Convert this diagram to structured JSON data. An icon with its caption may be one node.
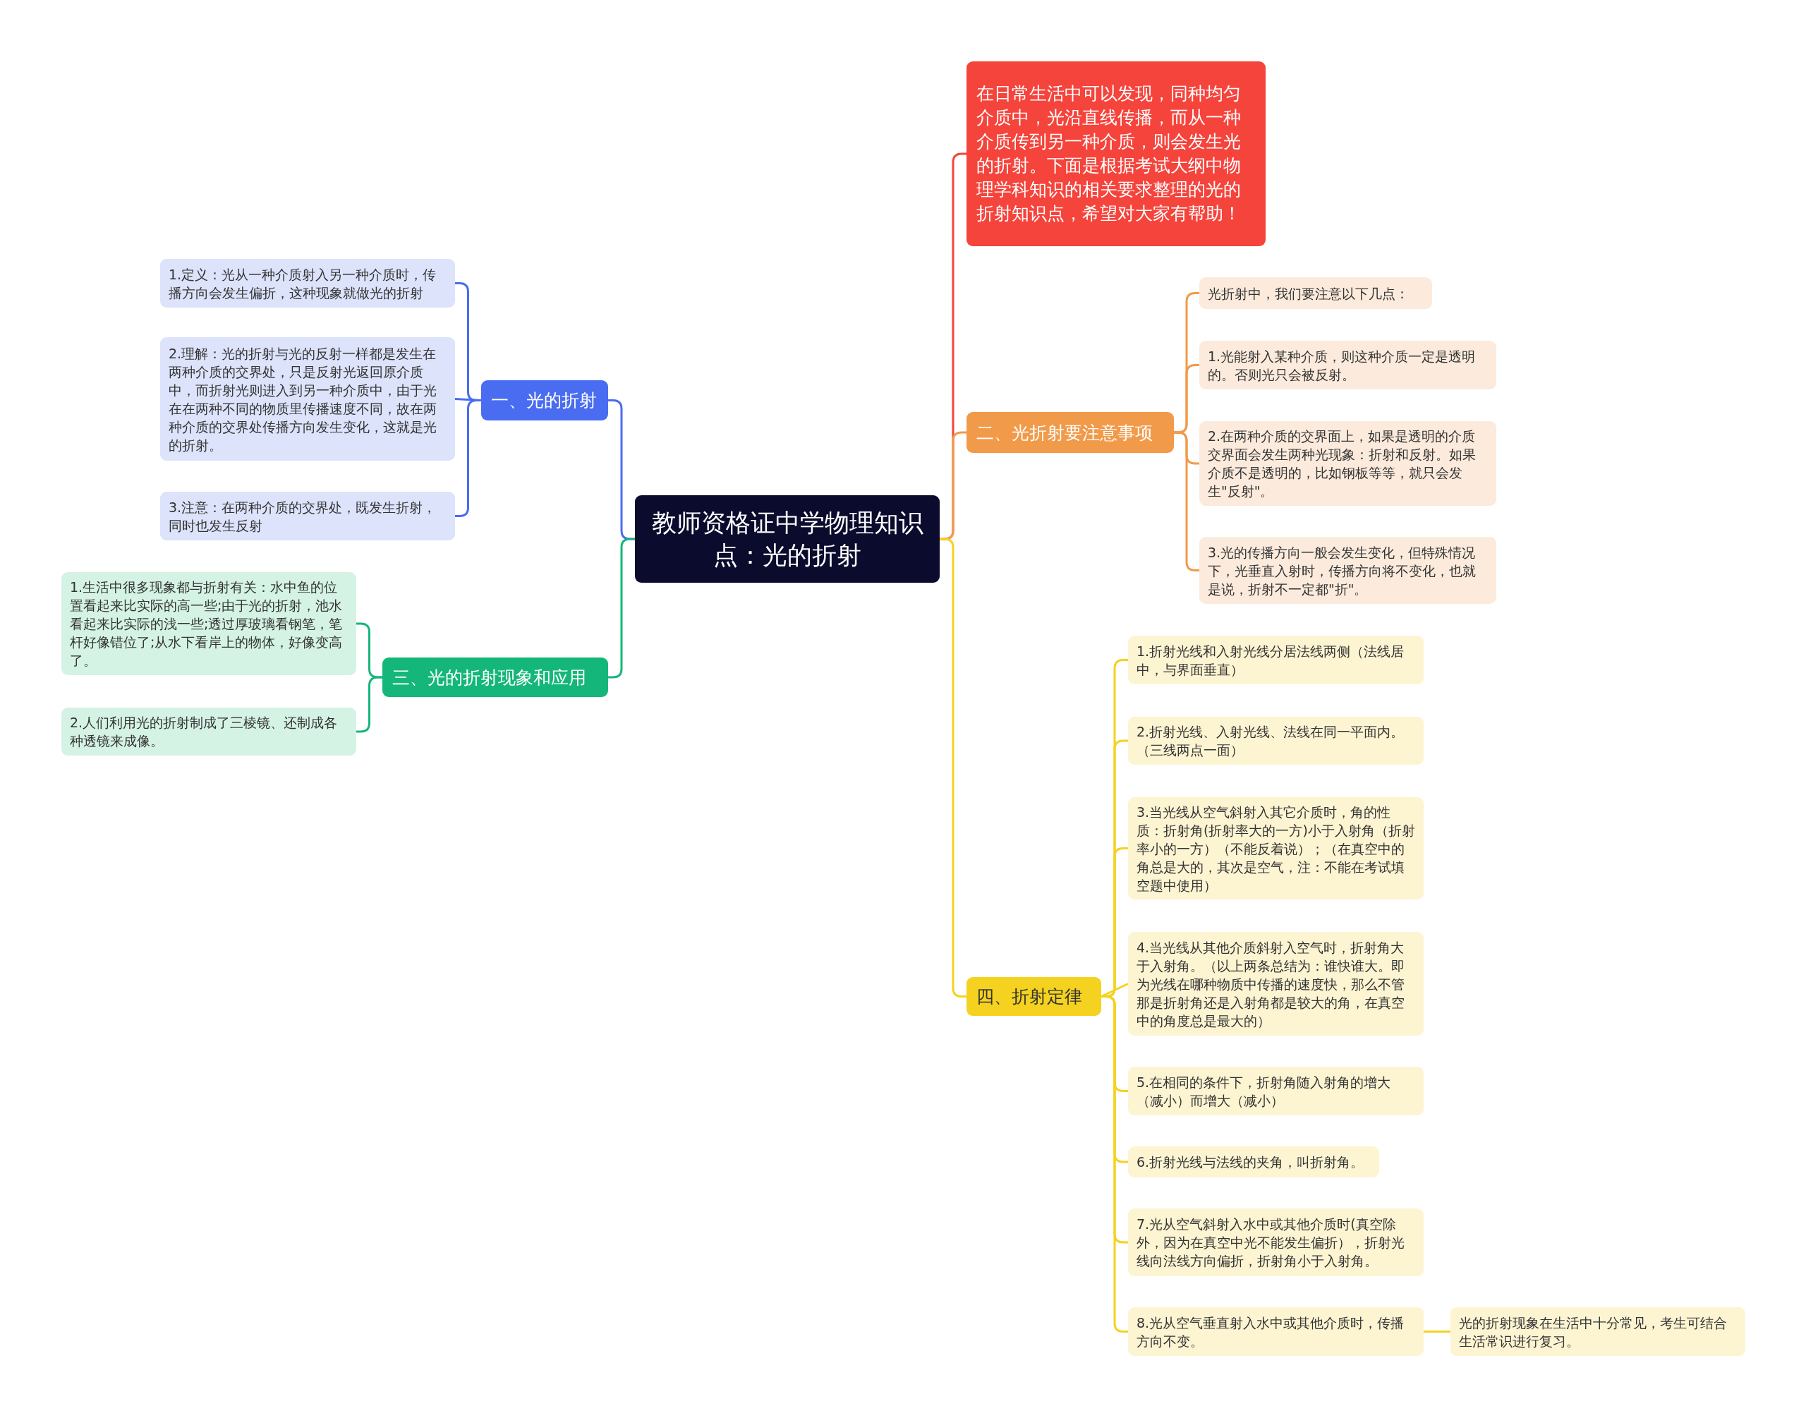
{
  "diagram": {
    "nodes": [
      {
        "text": [
          "教师资格证中学物理知识点：光的折射"
        ]
      },
      {
        "text": [
          "在日常生活中可以发现，同种均匀介质中，光沿直线传播，而从一种介质传到另一种介质，则会发生光的折射。下面是根据考试大纲中物理学科知识的相关要求整理的光的折射知识点，希望对大家有帮助！"
        ]
      },
      {
        "text": [
          "二、光折射要注意事项"
        ]
      },
      {
        "text": [
          "光折射中，我们要注意以下几点："
        ]
      },
      {
        "text": [
          "1.光能射入某种介质，则这种介质一定是透明的。否则光只会被反射。"
        ]
      },
      {
        "text": [
          "2.在两种介质的交界面上，如果是透明的介质交界面会发生两种光现象：折射和反射。如果介质不是透明的，比如钢板等等，就只会发生\"反射\"。"
        ]
      },
      {
        "text": [
          "3.光的传播方向一般会发生变化，但特殊情况下，光垂直入射时，传播方向将不变化，也就是说，折射不一定都\"折\"。"
        ]
      },
      {
        "text": [
          "一、光的折射"
        ]
      },
      {
        "text": [
          "1.定义：光从一种介质射入另一种介质时，传播方向会发生偏折，这种现象就做光的折射"
        ]
      },
      {
        "text": [
          "2.理解：光的折射与光的反射一样都是发生在两种介质的交界处，只是反射光返回原介质中，而折射光则进入到另一种介质中，由于光在在两种不同的物质里传播速度不同，故在两种介质的交界处传播方向发生变化，这就是光的折射。"
        ]
      },
      {
        "text": [
          "3.注意：在两种介质的交界处，既发生折射，同时也发生反射"
        ]
      },
      {
        "text": [
          "三、光的折射现象和应用"
        ]
      },
      {
        "text": [
          "1.生活中很多现象都与折射有关：水中鱼的位置看起来比实际的高一些;由于光的折射，池水看起来比实际的浅一些;透过厚玻璃看钢笔，笔杆好像错位了;从水下看岸上的物体，好像变高了。"
        ]
      },
      {
        "text": [
          "2.人们利用光的折射制成了三棱镜、还制成各种透镜来成像。"
        ]
      },
      {
        "text": [
          "四、折射定律"
        ]
      },
      {
        "text": [
          "1.折射光线和入射光线分居法线两侧（法线居中，与界面垂直）"
        ]
      },
      {
        "text": [
          "2.折射光线、入射光线、法线在同一平面内。（三线两点一面）"
        ]
      },
      {
        "text": [
          "3.当光线从空气斜射入其它介质时，角的性质：折射角(折射率大的一方)小于入射角（折射率小的一方）（不能反着说）；（在真空中的角总是大的，其次是空气，注：不能在考试填空题中使用）"
        ]
      },
      {
        "text": [
          "4.当光线从其他介质斜射入空气时，折射角大于入射角。（以上两条总结为：谁快谁大。即为光线在哪种物质中传播的速度快，那么不管那是折射角还是入射角都是较大的角，在真空中的角度总是最大的）"
        ]
      },
      {
        "text": [
          "5.在相同的条件下，折射角随入射角的增大（减小）而增大（减小）"
        ]
      },
      {
        "text": [
          "6.折射光线与法线的夹角，叫折射角。"
        ]
      },
      {
        "text": [
          "7.光从空气斜射入水中或其他介质时(真空除外，因为在真空中光不能发生偏折），折射光线向法线方向偏折，折射角小于入射角。"
        ]
      },
      {
        "text": [
          "8.光从空气垂直射入水中或其他介质时，传播方向不变。"
        ]
      },
      {
        "text": [
          "光的折射现象在生活中十分常见，考生可结合生活常识进行复习。"
        ]
      }
    ],
    "edges": [
      {
        "from": 0,
        "to": 1,
        "arrow": "none",
        "color": "#f5443c"
      },
      {
        "from": 0,
        "to": 2,
        "arrow": "none",
        "color": "#f19a49"
      },
      {
        "from": 2,
        "to": 3,
        "arrow": "none",
        "color": "#f19a49"
      },
      {
        "from": 2,
        "to": 4,
        "arrow": "none",
        "color": "#f19a49"
      },
      {
        "from": 2,
        "to": 5,
        "arrow": "none",
        "color": "#f19a49"
      },
      {
        "from": 2,
        "to": 6,
        "arrow": "none",
        "color": "#f19a49"
      },
      {
        "from": 0,
        "to": 7,
        "arrow": "none",
        "color": "#4a6cf0"
      },
      {
        "from": 7,
        "to": 8,
        "arrow": "none",
        "color": "#4a6cf0"
      },
      {
        "from": 7,
        "to": 9,
        "arrow": "none",
        "color": "#4a6cf0"
      },
      {
        "from": 7,
        "to": 10,
        "arrow": "none",
        "color": "#4a6cf0"
      },
      {
        "from": 0,
        "to": 11,
        "arrow": "none",
        "color": "#14b779"
      },
      {
        "from": 11,
        "to": 12,
        "arrow": "none",
        "color": "#14b779"
      },
      {
        "from": 11,
        "to": 13,
        "arrow": "none",
        "color": "#14b779"
      },
      {
        "from": 0,
        "to": 14,
        "arrow": "none",
        "color": "#f4d21f"
      },
      {
        "from": 14,
        "to": 15,
        "arrow": "none",
        "color": "#f4d21f"
      },
      {
        "from": 14,
        "to": 16,
        "arrow": "none",
        "color": "#f4d21f"
      },
      {
        "from": 14,
        "to": 17,
        "arrow": "none",
        "color": "#f4d21f"
      },
      {
        "from": 14,
        "to": 18,
        "arrow": "none",
        "color": "#f4d21f"
      },
      {
        "from": 14,
        "to": 19,
        "arrow": "none",
        "color": "#f4d21f"
      },
      {
        "from": 14,
        "to": 20,
        "arrow": "none",
        "color": "#f4d21f"
      },
      {
        "from": 14,
        "to": 21,
        "arrow": "none",
        "color": "#f4d21f"
      },
      {
        "from": 14,
        "to": 22,
        "arrow": "none",
        "color": "#f4d21f"
      },
      {
        "from": 22,
        "to": 23,
        "arrow": "none",
        "color": "#f4d21f"
      }
    ]
  }
}
